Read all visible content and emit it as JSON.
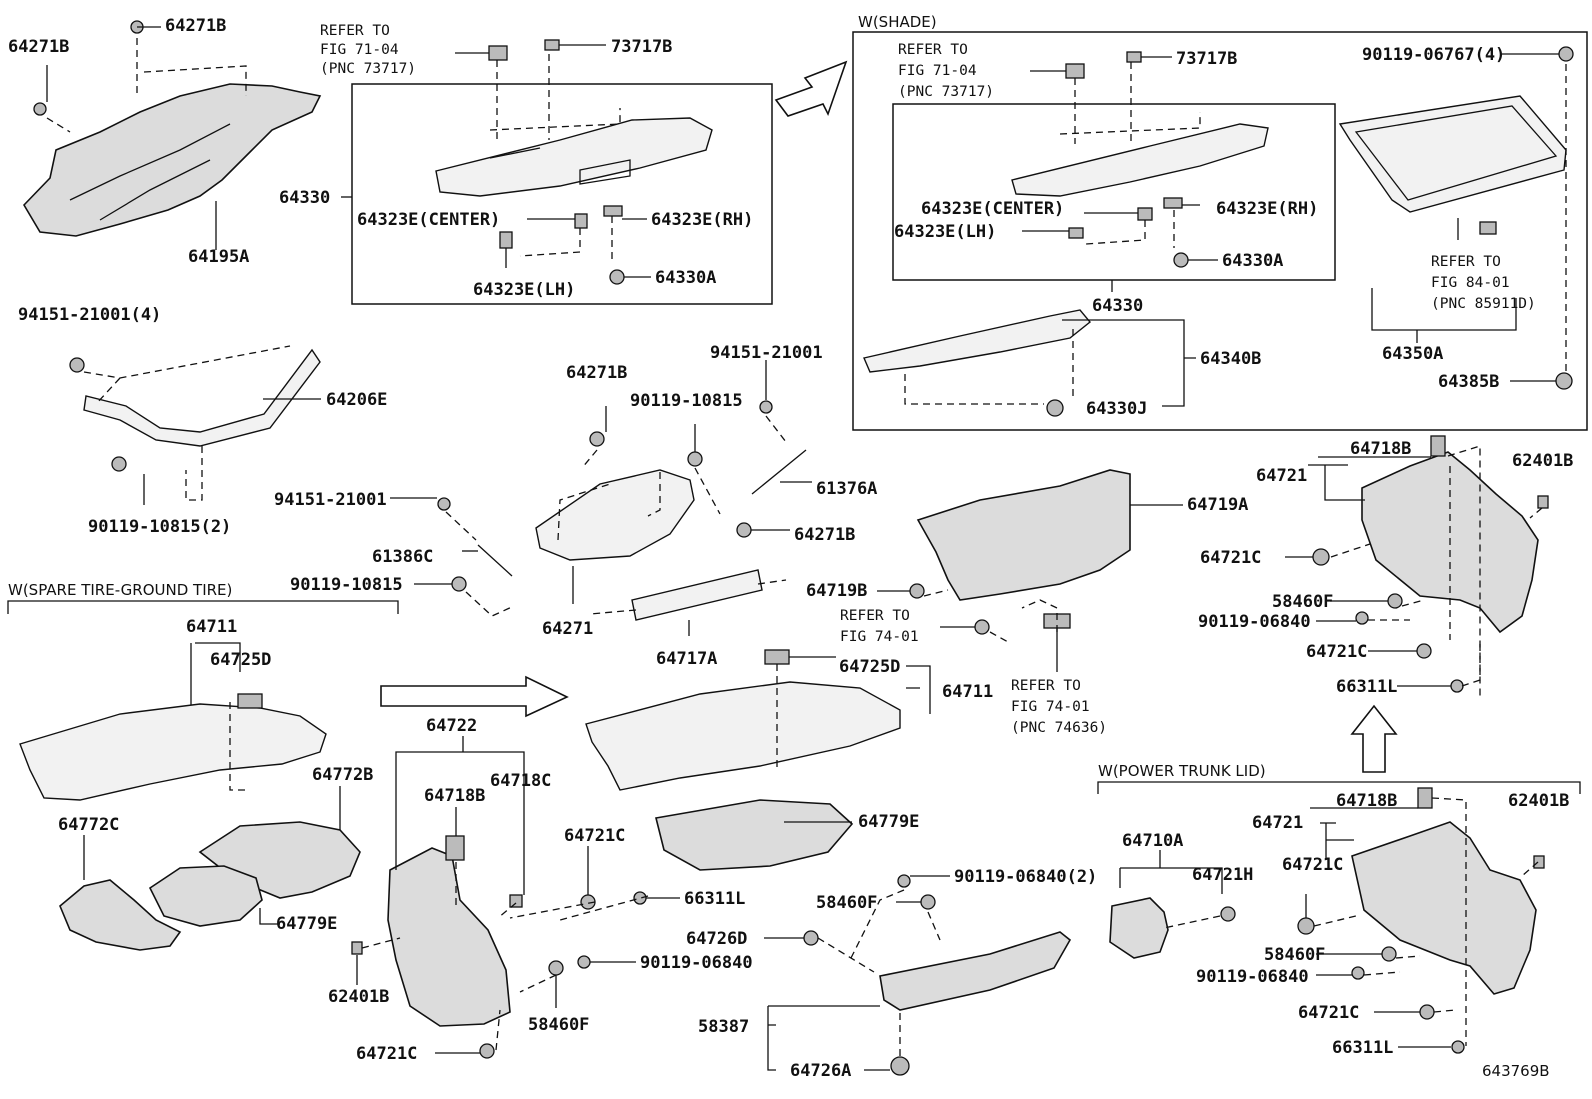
{
  "diagram_code": "643769B",
  "sections": {
    "shade": "W(SHADE)",
    "spare_tire": "W(SPARE TIRE-GROUND TIRE)",
    "power_trunk_lid": "W(POWER TRUNK LID)"
  },
  "notes": {
    "refer_71_04_a": [
      "REFER TO",
      "FIG 71-04",
      "(PNC 73717)"
    ],
    "refer_71_04_b": [
      "REFER TO",
      "FIG 71-04",
      "(PNC 73717)"
    ],
    "refer_84_01": [
      "REFER TO",
      "FIG 84-01",
      "(PNC 85911D)"
    ],
    "refer_74_01_a": [
      "REFER TO",
      "FIG 74-01"
    ],
    "refer_74_01_b": [
      "REFER TO",
      "FIG 74-01",
      "(PNC 74636)"
    ]
  },
  "labels": {
    "l_64271B_tl": "64271B",
    "l_64271B_tc": "64271B",
    "l_64195A": "64195A",
    "l_64330_t": "64330",
    "l_73717B_t": "73717B",
    "l_64323E_center_t": "64323E(CENTER)",
    "l_64323E_rh_t": "64323E(RH)",
    "l_64323E_lh_t": "64323E(LH)",
    "l_64330A_t": "64330A",
    "l_94151_4": "94151-21001(4)",
    "l_64206E": "64206E",
    "l_90119_10815_2": "90119-10815(2)",
    "l_73717B_s": "73717B",
    "l_90119_06767": "90119-06767(4)",
    "l_64323E_center_s": "64323E(CENTER)",
    "l_64323E_rh_s": "64323E(RH)",
    "l_64323E_lh_s": "64323E(LH)",
    "l_64330A_s": "64330A",
    "l_64330_s": "64330",
    "l_64340B": "64340B",
    "l_64330J": "64330J",
    "l_64350A": "64350A",
    "l_64385B": "64385B",
    "l_64271B_m": "64271B",
    "l_90119_10815_m": "90119-10815",
    "l_94151_21001_m": "94151-21001",
    "l_61376A": "61376A",
    "l_64271B_m2": "64271B",
    "l_94151_21001_l": "94151-21001",
    "l_61386C": "61386C",
    "l_90119_10815_l": "90119-10815",
    "l_64271": "64271",
    "l_64717A": "64717A",
    "l_64725D_m": "64725D",
    "l_64711_m": "64711",
    "l_64719A": "64719A",
    "l_64719B": "64719B",
    "l_64721_t": "64721",
    "l_64718B_t": "64718B",
    "l_62401B_t": "62401B",
    "l_64721C_t1": "64721C",
    "l_58460F_t": "58460F",
    "l_90119_06840_t": "90119-06840",
    "l_64721C_t2": "64721C",
    "l_66311L_t": "66311L",
    "l_64711_l": "64711",
    "l_64725D_l": "64725D",
    "l_64772B": "64772B",
    "l_64772C": "64772C",
    "l_64779E_l": "64779E",
    "l_64722": "64722",
    "l_64718B_c": "64718B",
    "l_64718C": "64718C",
    "l_64721C_c1": "64721C",
    "l_66311L_c": "66311L",
    "l_62401B_c": "62401B",
    "l_64721C_c2": "64721C",
    "l_90119_06840_c": "90119-06840",
    "l_58460F_c": "58460F",
    "l_64779E_m": "64779E",
    "l_90119_06840_2": "90119-06840(2)",
    "l_58460F_m": "58460F",
    "l_64726D": "64726D",
    "l_58387": "58387",
    "l_64726A": "64726A",
    "l_64710A": "64710A",
    "l_64721H": "64721H",
    "l_64721_b": "64721",
    "l_64718B_b": "64718B",
    "l_62401B_b": "62401B",
    "l_64721C_b1": "64721C",
    "l_58460F_b": "58460F",
    "l_90119_06840_b": "90119-06840",
    "l_64721C_b2": "64721C",
    "l_66311L_b": "66311L"
  }
}
